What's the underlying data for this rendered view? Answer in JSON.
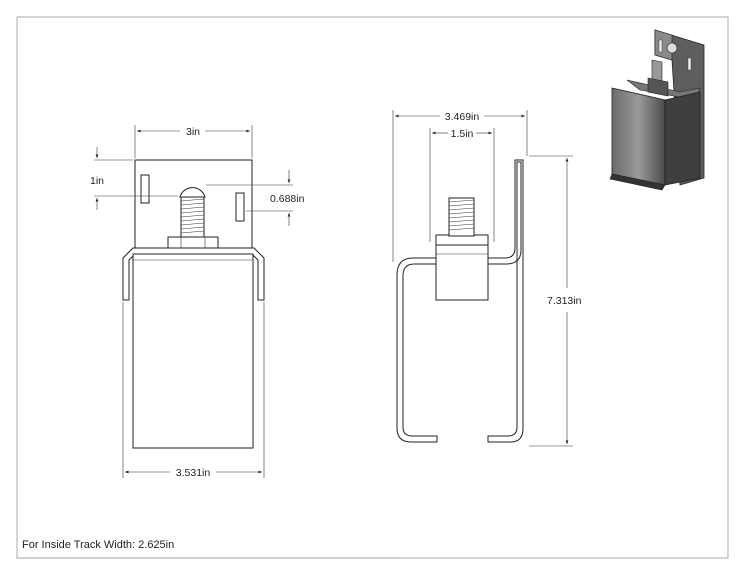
{
  "dimensions": {
    "front_width_top": "3in",
    "front_plate_height": "1in",
    "bolt_offset": "0.688in",
    "front_width_bottom": "3.531in",
    "side_overall_width": "3.469in",
    "side_inner_width": "1.5in",
    "side_height": "7.313in"
  },
  "note": "For Inside Track Width: 2.625in"
}
